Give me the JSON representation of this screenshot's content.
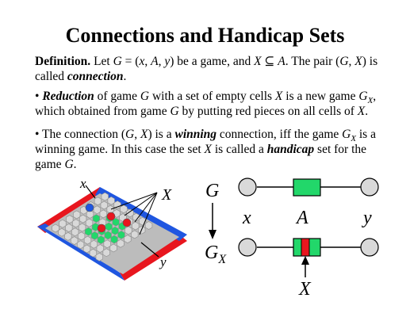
{
  "title": "Connections and Handicap Sets",
  "definition": {
    "label": "Definition.",
    "s1": " Let ",
    "G": "G",
    "eq": " = (",
    "x": "x",
    "c1": ", ",
    "A": "A",
    "c2": ", ",
    "y": "y",
    "s2": ") be a game, and ",
    "X": "X",
    "subset": " ⊆ ",
    "A2": "A",
    "s3": ". The pair (",
    "G2": "G",
    "c3": ", ",
    "X2": "X",
    "s4": ") is called ",
    "term": "connection",
    "end": "."
  },
  "reduction": {
    "bullet": "• ",
    "term": "Reduction",
    "s1": " of game ",
    "G": "G",
    "s2": " with a set of empty cells ",
    "X": "X",
    "s3": " is a new game ",
    "GX": "G",
    "GXsub": "X",
    "s4": ", which obtained from game ",
    "G2": "G",
    "s5": " by putting red pieces on all cells of ",
    "X2": "X",
    "end": "."
  },
  "winning": {
    "bullet": "• The connection (",
    "G": "G",
    "c1": ", ",
    "X": "X",
    "s1": ") is a ",
    "term": "winning",
    "s2": " connection, iff the game ",
    "GX": "G",
    "GXsub": "X",
    "s3": " is a winning game. In this case the set ",
    "X2": "X",
    "s4": " is called a ",
    "term2": "handicap",
    "s5": " set for the game ",
    "G2": "G",
    "end": "."
  },
  "board_labels": {
    "x": "x",
    "X": "X",
    "y": "y"
  },
  "diagram": {
    "G": "G",
    "arrow_label_x": "x",
    "A": "A",
    "y": "y",
    "GX": "G",
    "GXsub": "X",
    "X": "X"
  },
  "colors": {
    "red": "#e8161e",
    "blue": "#1f56e0",
    "green": "#22d76a",
    "cell_gray": "#d9d9d9",
    "node_gray": "#d9d9d9"
  }
}
